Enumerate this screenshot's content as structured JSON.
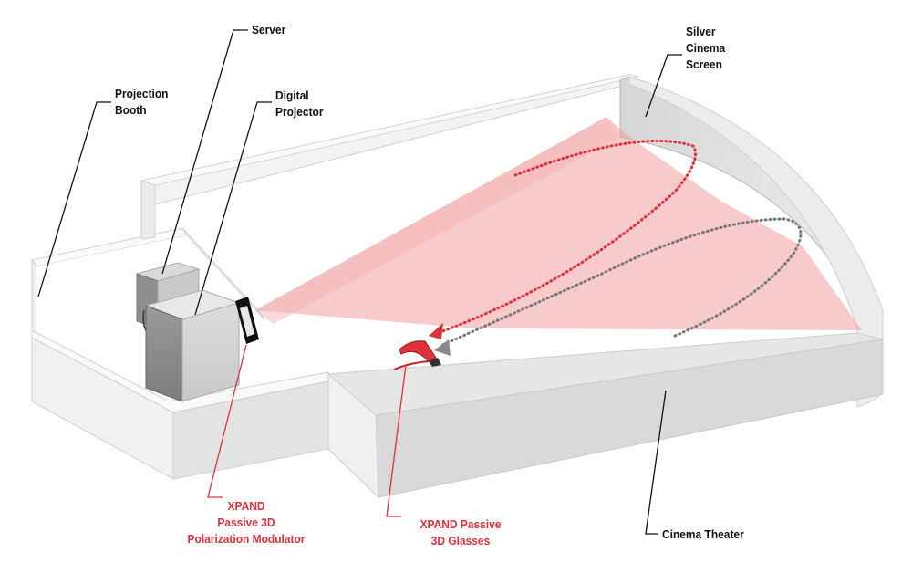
{
  "colors": {
    "leader_black": "#111111",
    "leader_red": "#e0303a",
    "text_black": "#111111",
    "text_red": "#e0303a",
    "wall_light": "#f2f2f2",
    "wall_mid": "#dedede",
    "wall_dark": "#c9c9c9",
    "floor": "#ffffff",
    "beam": "#f0a0a0",
    "dot_red": "#e0303a",
    "dot_gray": "#777777"
  },
  "labels": {
    "projection_booth": [
      "Projection",
      "Booth"
    ],
    "server": [
      "Server"
    ],
    "digital_projector": [
      "Digital",
      "Projector"
    ],
    "silver_screen": [
      "Silver",
      "Cinema",
      "Screen"
    ],
    "modulator": [
      "XPAND",
      "Passive 3D",
      "Polarization Modulator"
    ],
    "glasses": [
      "XPAND Passive",
      "3D Glasses"
    ],
    "cinema_theater": [
      "Cinema Theater"
    ]
  },
  "icons": {
    "modulator": "polarization-modulator-icon",
    "glasses": "3d-glasses-icon",
    "projector": "digital-projector-icon",
    "server": "server-icon"
  }
}
